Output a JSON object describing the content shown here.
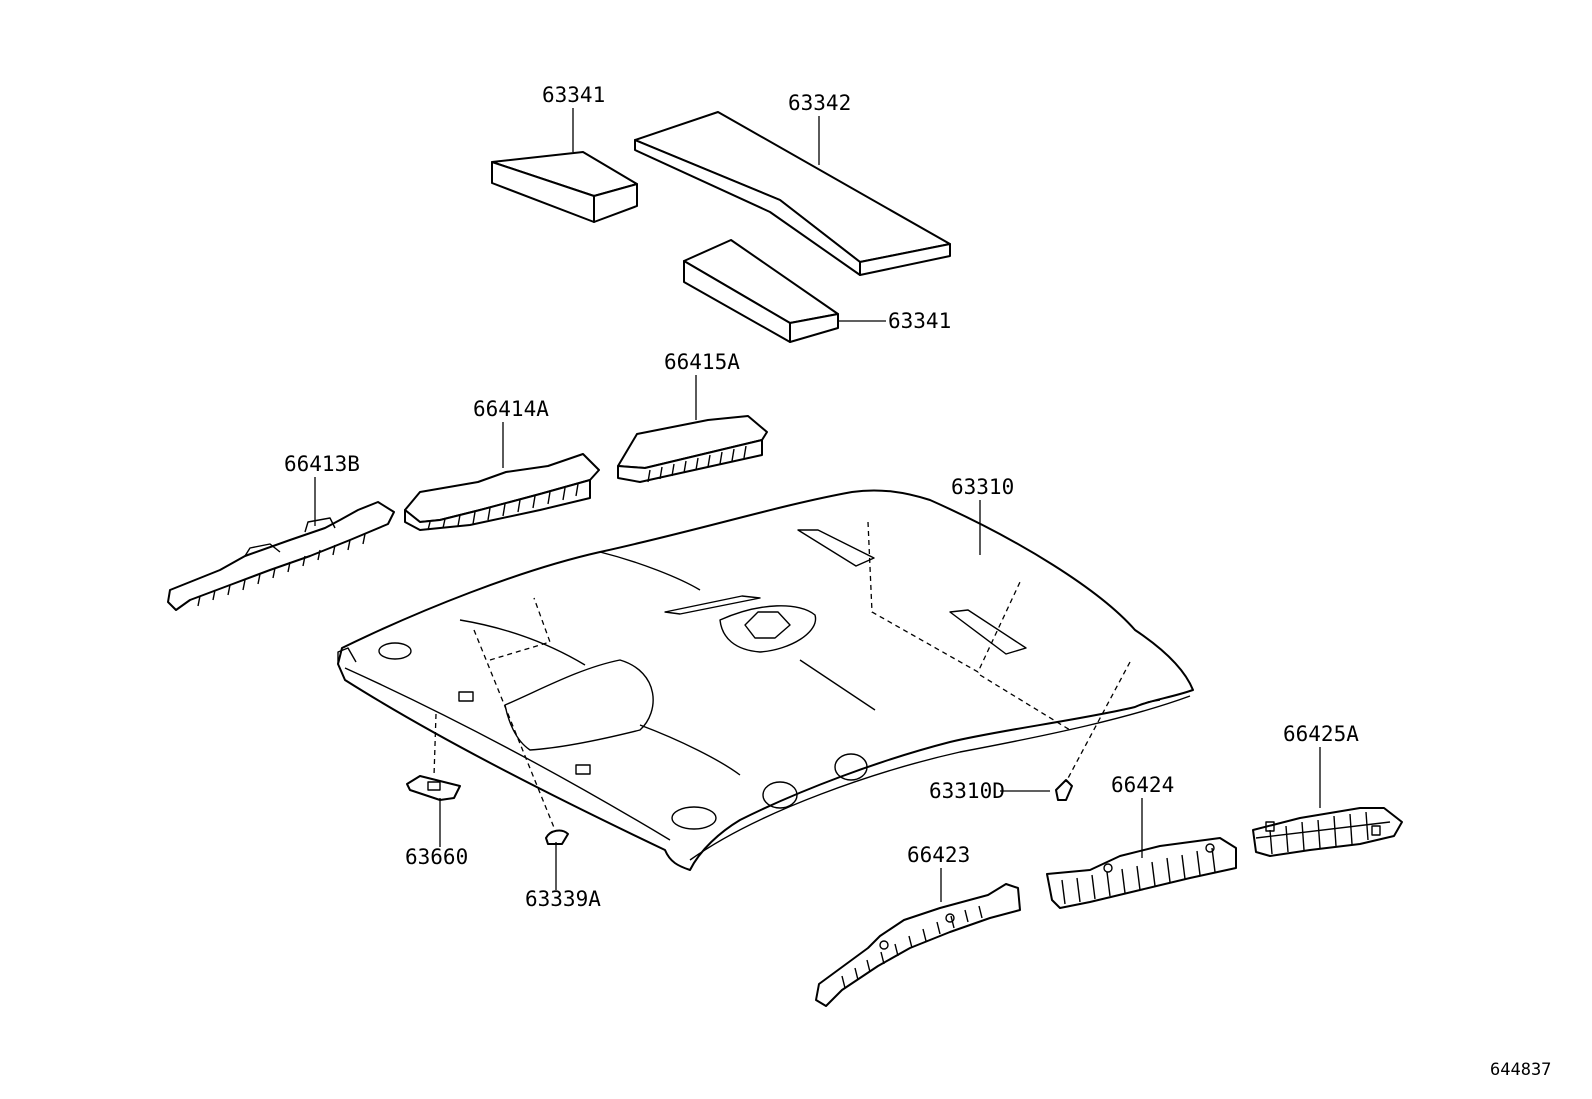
{
  "diagram_id": "644837",
  "colors": {
    "ink": "#000000",
    "paper": "#ffffff"
  },
  "parts": {
    "pad_front": {
      "number": "63341"
    },
    "pad_center": {
      "number": "63342"
    },
    "pad_rear": {
      "number": "63341"
    },
    "duct_center": {
      "number": "66415A"
    },
    "duct_front_left": {
      "number": "66414A"
    },
    "duct_side_left": {
      "number": "66413B"
    },
    "headliner": {
      "number": "63310"
    },
    "clip_right": {
      "number": "63310D"
    },
    "holder_left": {
      "number": "63660"
    },
    "clip_left": {
      "number": "63339A"
    },
    "duct_side_right": {
      "number": "66423"
    },
    "duct_front_right": {
      "number": "66424"
    },
    "duct_rear_right": {
      "number": "66425A"
    }
  }
}
